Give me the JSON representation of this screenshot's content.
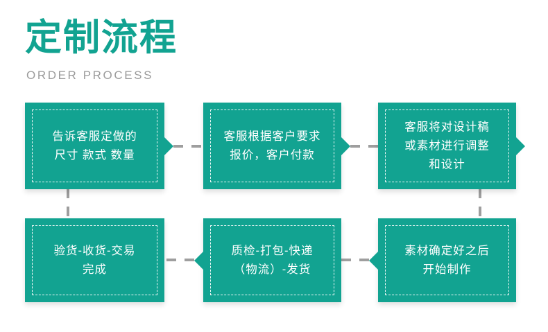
{
  "header": {
    "title": "定制流程",
    "subtitle": "ORDER PROCESS",
    "title_color": "#12a391",
    "subtitle_color": "#9b9b9b"
  },
  "theme": {
    "box_fill": "#12a391",
    "box_text_color": "#ffffff",
    "connector_color": "#9e9e9e",
    "background": "#ffffff"
  },
  "flow": {
    "steps": [
      {
        "index": 1,
        "text": "告诉客服定做的\n尺寸 款式 数量",
        "arrow": "right"
      },
      {
        "index": 2,
        "text": "客服根据客户要求\n报价，客户付款",
        "arrow": "right"
      },
      {
        "index": 3,
        "text": "客服将对设计稿\n或素材进行调整\n和设计",
        "arrow": "right"
      },
      {
        "index": 4,
        "text": "验货-收货-交易\n完成",
        "arrow": "none"
      },
      {
        "index": 5,
        "text": "质检-打包-快递\n（物流）-发货",
        "arrow": "left"
      },
      {
        "index": 6,
        "text": "素材确定好之后\n开始制作",
        "arrow": "left"
      }
    ]
  }
}
